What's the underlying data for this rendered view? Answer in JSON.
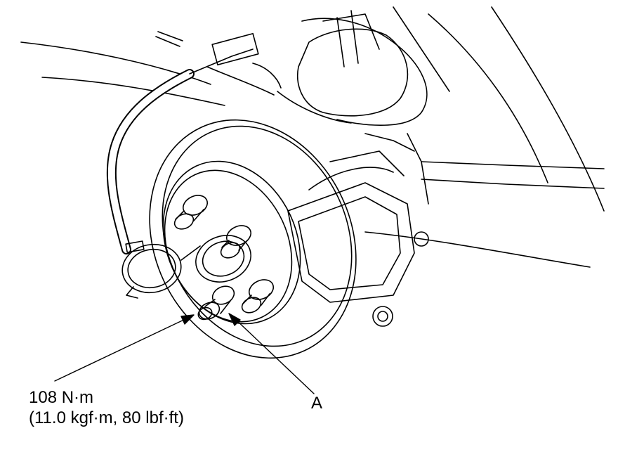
{
  "labels": {
    "torque_value": "108 N·m",
    "torque_alt": "(11.0 kgf·m, 80 lbf·ft)",
    "callout_a": "A"
  },
  "colors": {
    "ink": "#000000",
    "paper": "#ffffff"
  }
}
